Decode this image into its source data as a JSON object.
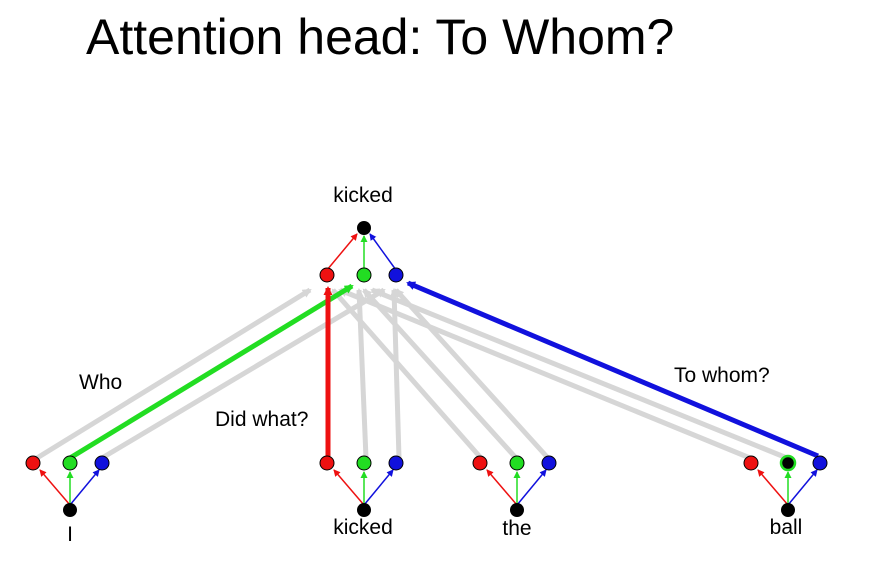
{
  "title": "Attention head: To Whom?",
  "top_word": "kicked",
  "words": [
    "I",
    "kicked",
    "the",
    "ball"
  ],
  "edge_labels": {
    "who": "Who",
    "did_what": "Did what?",
    "to_whom": "To whom?"
  },
  "colors": {
    "red": "#ee1111",
    "green": "#22dd22",
    "blue": "#1111dd",
    "black": "#000000",
    "gray": "#d6d6d6"
  }
}
